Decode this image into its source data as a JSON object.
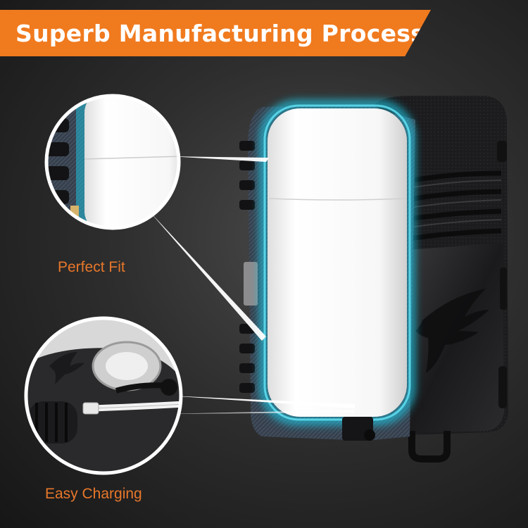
{
  "banner": {
    "title": "Superb Manufacturing Process"
  },
  "callouts": [
    {
      "label": "Perfect Fit"
    },
    {
      "label": "Easy Charging"
    }
  ],
  "colors": {
    "accent": "#f07a1e",
    "caption": "#e8772a",
    "case_body": "#1e1e20",
    "fabric": "#3a4452",
    "glow": "#1ec8e6",
    "airpods_case": "#f6f6f6"
  },
  "icons": [
    "eagle-emblem-icon",
    "usb-cable-icon",
    "lanyard-loop-icon"
  ]
}
